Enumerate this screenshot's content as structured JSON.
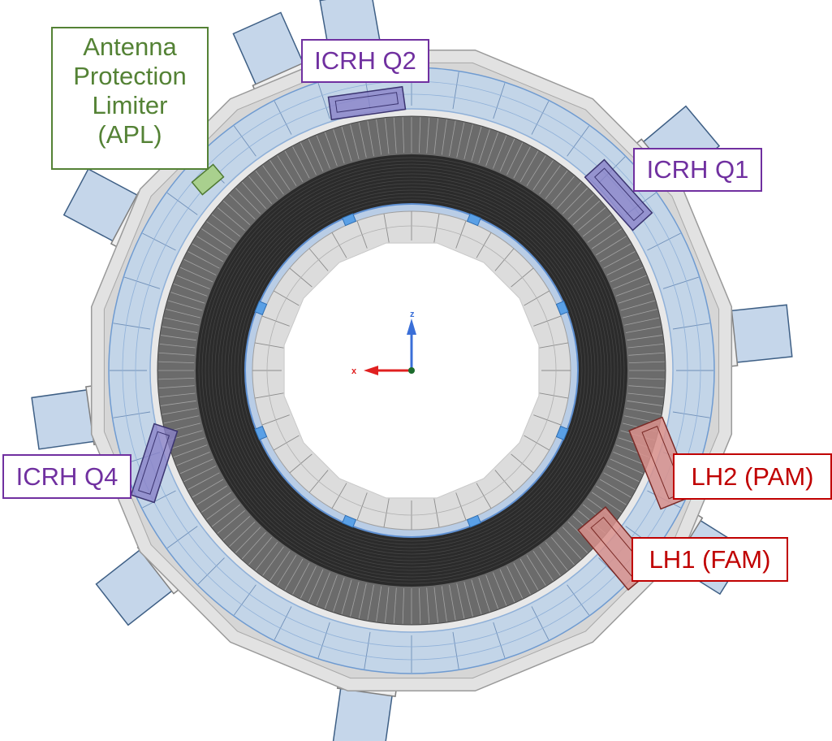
{
  "labels": {
    "apl": {
      "lines": [
        "Antenna",
        "Protection",
        "Limiter",
        "(APL)"
      ],
      "color": "#548235"
    },
    "icrh_q2": {
      "text": "ICRH Q2",
      "color": "#7030a0"
    },
    "icrh_q1": {
      "text": "ICRH Q1",
      "color": "#7030a0"
    },
    "icrh_q4": {
      "text": "ICRH Q4",
      "color": "#7030a0"
    },
    "lh2": {
      "text": "LH2 (PAM)",
      "color": "#c00000"
    },
    "lh1": {
      "text": "LH1 (FAM)",
      "color": "#c00000"
    }
  },
  "axes": {
    "z_label": "z",
    "x_label": "x",
    "z_color": "#3a6fd8",
    "x_color": "#e02020"
  },
  "colors": {
    "vessel_gray": "#e2e2e2",
    "blanket_blue": "#c3d5e8",
    "coil_dark": "#2b2b2b",
    "coil_mid": "#6b6b6b",
    "icrh_fill": "#8a82c8",
    "lh_fill": "#d9908c",
    "apl_fill": "#a9d08e"
  }
}
